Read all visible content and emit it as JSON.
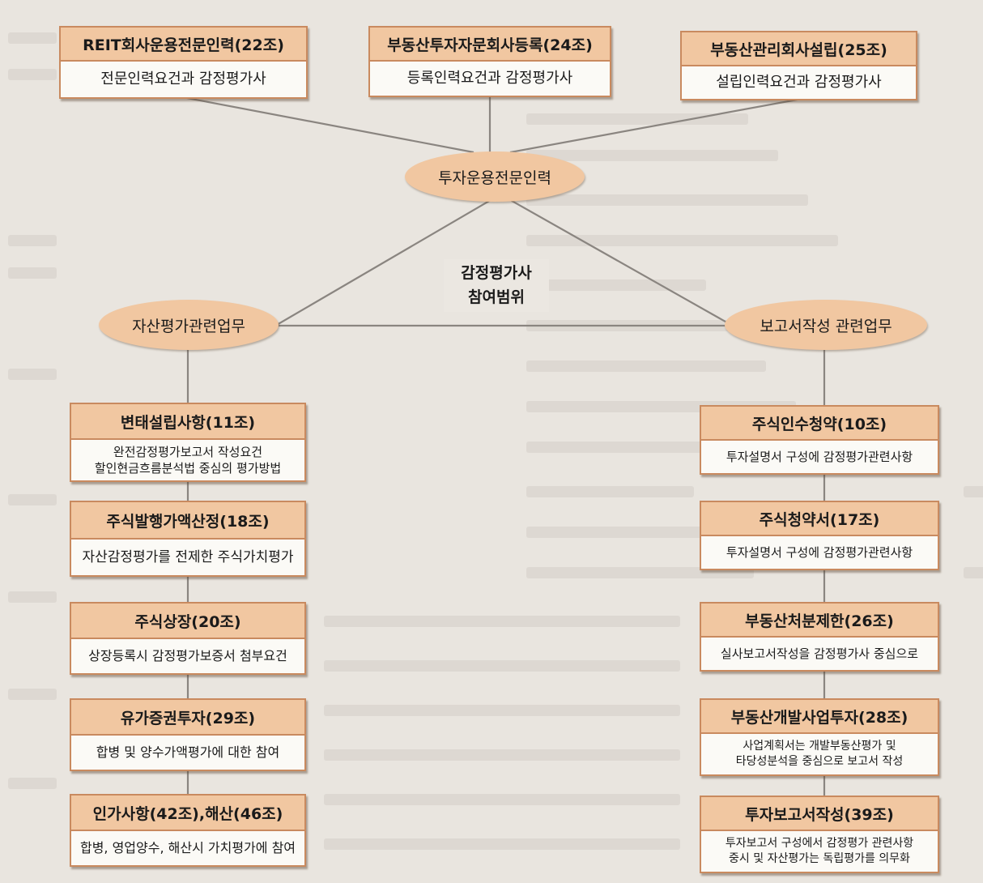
{
  "center_label": [
    "감정평가사",
    "참여범위"
  ],
  "hub": "투자운용전문인력",
  "left_node": "자산평가관련업무",
  "right_node": "보고서작성 관련업무",
  "top_boxes": [
    {
      "title": "REIT회사운용전문인력(22조)",
      "lines": [
        "전문인력요건과 감정평가사"
      ]
    },
    {
      "title": "부동산투자자문회사등록(24조)",
      "lines": [
        "등록인력요건과 감정평가사"
      ]
    },
    {
      "title": "부동산관리회사설립(25조)",
      "lines": [
        "설립인력요건과 감정평가사"
      ]
    }
  ],
  "left_boxes": [
    {
      "title": "변태설립사항(11조)",
      "lines": [
        "완전감정평가보고서 작성요건",
        "할인현금흐름분석법 중심의 평가방법"
      ]
    },
    {
      "title": "주식발행가액산정(18조)",
      "lines": [
        "자산감정평가를 전제한 주식가치평가"
      ]
    },
    {
      "title": "주식상장(20조)",
      "lines": [
        "상장등록시 감정평가보증서 첨부요건"
      ]
    },
    {
      "title": "유가증권투자(29조)",
      "lines": [
        "합병 및 양수가액평가에 대한 참여"
      ]
    },
    {
      "title": "인가사항(42조),해산(46조)",
      "lines": [
        "합병, 영업양수, 해산시 가치평가에 참여"
      ]
    }
  ],
  "right_boxes": [
    {
      "title": "주식인수청약(10조)",
      "lines": [
        "투자설명서 구성에 감정평가관련사항"
      ]
    },
    {
      "title": "주식청약서(17조)",
      "lines": [
        "투자설명서 구성에 감정평가관련사항"
      ]
    },
    {
      "title": "부동산처분제한(26조)",
      "lines": [
        "실사보고서작성을 감정평가사 중심으로"
      ]
    },
    {
      "title": "부동산개발사업투자(28조)",
      "lines": [
        "사업계획서는 개발부동산평가 및",
        "타당성분석을 중심으로 보고서 작성"
      ]
    },
    {
      "title": "투자보고서작성(39조)",
      "lines": [
        "투자보고서 구성에서 감정평가 관련사항",
        "중시 및 자산평가는 독립평가를 의무화"
      ]
    }
  ]
}
